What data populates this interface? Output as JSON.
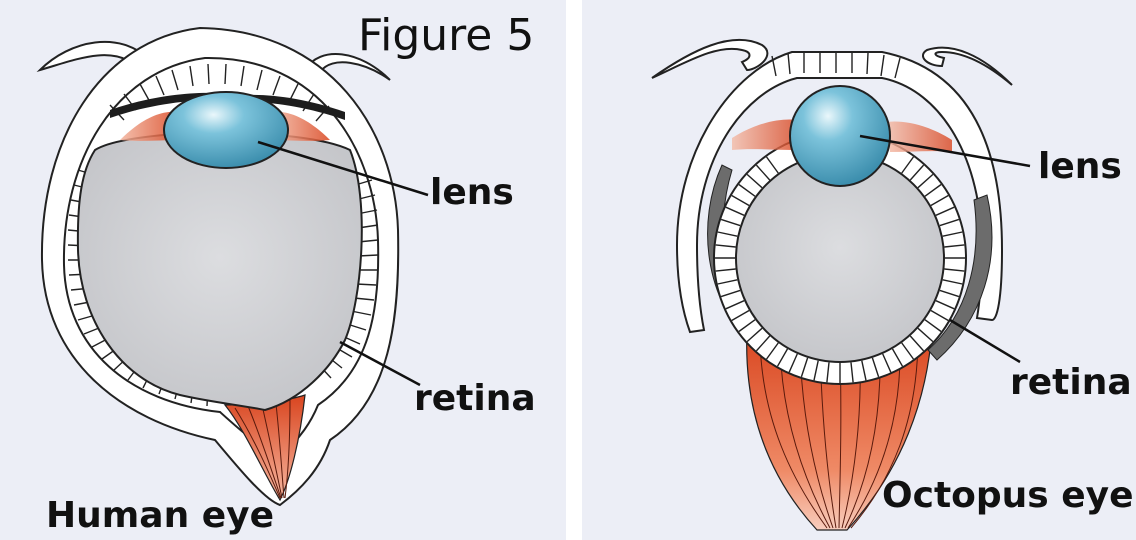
{
  "figure": {
    "title": "Figure 5"
  },
  "human_eye": {
    "caption": "Human eye",
    "label_lens": "lens",
    "label_retina": "retina"
  },
  "octopus_eye": {
    "caption": "Octopus eye",
    "label_lens": "lens",
    "label_retina": "retina"
  },
  "colors": {
    "panel_background": "#eceef6",
    "lens_fill": "#5ab0cf",
    "vitreous_fill": "#d2d3d6",
    "nerve_fill": "#e4532c",
    "choroid_gray": "#6c6c6c"
  }
}
